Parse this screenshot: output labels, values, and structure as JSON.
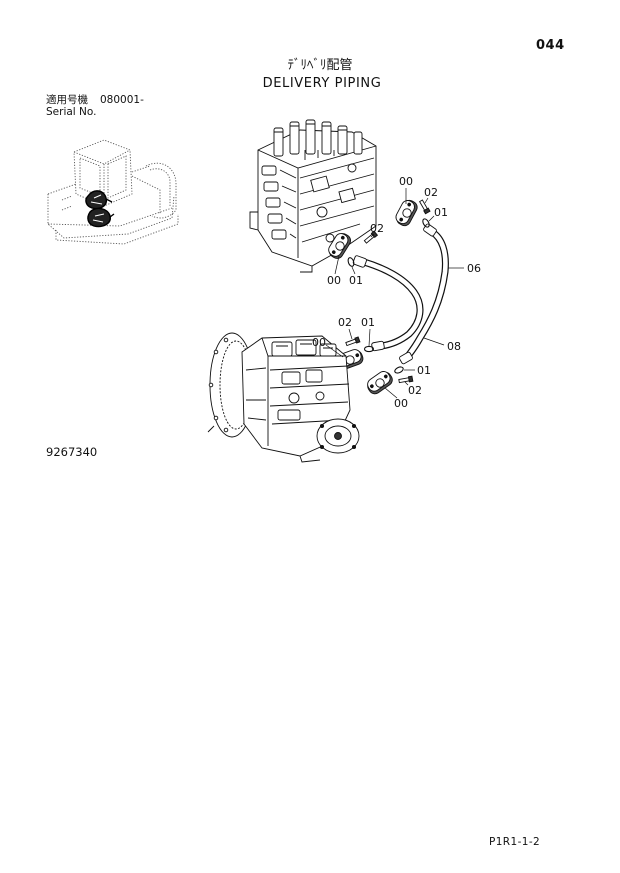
{
  "header": {
    "page_number": "044",
    "title_ja": "ﾃﾞﾘﾍﾞﾘ配管",
    "title_en": "DELIVERY PIPING"
  },
  "applicability": {
    "label_ja": "適用号機",
    "serial_from": "080001-",
    "label_en": "Serial No."
  },
  "diagram": {
    "callouts": [
      "00",
      "02",
      "01",
      "02",
      "06",
      "00",
      "01",
      "02",
      "01",
      "00",
      "08",
      "01",
      "02",
      "00"
    ]
  },
  "footer": {
    "drawing_number": "9267340",
    "page_code": "P1R1-1-2"
  }
}
